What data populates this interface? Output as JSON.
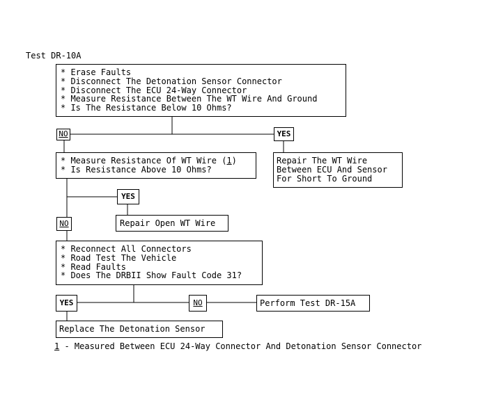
{
  "title": "Test DR-10A",
  "box1": {
    "lines": [
      "* Erase Faults",
      "* Disconnect The Detonation Sensor Connector",
      "* Disconnect The ECU 24-Way Connector",
      "* Measure Resistance Between The WT Wire And Ground",
      "* Is The Resistance Below 10 Ohms?"
    ]
  },
  "labels": {
    "no": "NO",
    "yes": "YES"
  },
  "box2": {
    "line1_pre": "* Measure Resistance Of WT Wire (",
    "line1_ref": "1",
    "line1_post": ")",
    "line2": "* Is Resistance Above 10 Ohms?"
  },
  "box_repair_short": {
    "lines": [
      "Repair The WT Wire",
      "Between ECU And Sensor",
      "For Short To Ground"
    ]
  },
  "box_repair_open": "Repair Open WT Wire",
  "box3": {
    "lines": [
      "* Reconnect All Connectors",
      "* Road Test The Vehicle",
      "* Read Faults",
      "* Does The DRBII Show Fault Code 31?"
    ]
  },
  "box_perform": "Perform Test DR-15A",
  "box_replace": "Replace The Detonation Sensor",
  "footnote": {
    "ref": "1",
    "text": " - Measured Between ECU 24-Way Connector And Detonation Sensor Connector"
  }
}
